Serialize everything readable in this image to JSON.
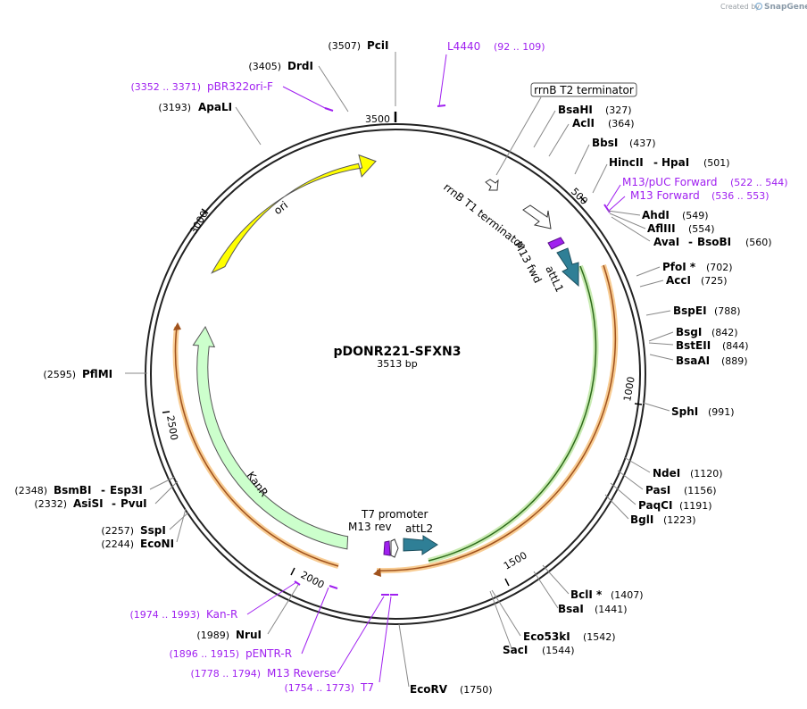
{
  "credit": {
    "prefix": "Created by",
    "brand": "SnapGene"
  },
  "plasmid": {
    "name": "pDONR221-SFXN3",
    "size_label": "3513 bp",
    "length": 3513
  },
  "ticks": [
    "500",
    "1000",
    "1500",
    "2000",
    "2500",
    "3000",
    "3500"
  ],
  "features": [
    {
      "key": "ori",
      "label": "ori",
      "color": "#ffff00"
    },
    {
      "key": "kanr",
      "label": "KanR",
      "color": "#ccffcc"
    },
    {
      "key": "attl1",
      "label": "attL1",
      "color": "#2f7f96"
    },
    {
      "key": "attl2",
      "label": "attL2",
      "color": "#2f7f96"
    },
    {
      "key": "rrnbt1",
      "label": "rrnB T1 terminator",
      "color": "#ffffff"
    },
    {
      "key": "rrnbt2",
      "label": "rrnB T2 terminator",
      "color": "#ffffff"
    },
    {
      "key": "m13fwd",
      "label": "M13 fwd",
      "color": "#a020f0"
    },
    {
      "key": "m13rev",
      "label": "M13 rev",
      "color": "#a020f0"
    },
    {
      "key": "t7prom",
      "label": "T7 promoter",
      "color": "#ffffff"
    }
  ],
  "sites": [
    {
      "name": "PciI",
      "pos": "(3507)"
    },
    {
      "name": "DrdI",
      "pos": "(3405)"
    },
    {
      "name": "ApaLI",
      "pos": "(3193)"
    },
    {
      "name": "BsaHI",
      "pos": "(327)"
    },
    {
      "name": "AclI",
      "pos": "(364)"
    },
    {
      "name": "BbsI",
      "pos": "(437)"
    },
    {
      "name": "HincII",
      "name2": "HpaI",
      "pos": "(501)"
    },
    {
      "name": "AhdI",
      "pos": "(549)"
    },
    {
      "name": "AflIII",
      "pos": "(554)"
    },
    {
      "name": "AvaI",
      "name2": "BsoBI",
      "pos": "(560)"
    },
    {
      "name": "PfoI *",
      "pos": "(702)"
    },
    {
      "name": "AccI",
      "pos": "(725)"
    },
    {
      "name": "BspEI",
      "pos": "(788)"
    },
    {
      "name": "BsgI",
      "pos": "(842)"
    },
    {
      "name": "BstEII",
      "pos": "(844)"
    },
    {
      "name": "BsaAI",
      "pos": "(889)"
    },
    {
      "name": "SphI",
      "pos": "(991)"
    },
    {
      "name": "NdeI",
      "pos": "(1120)"
    },
    {
      "name": "PasI",
      "pos": "(1156)"
    },
    {
      "name": "PaqCI",
      "pos": "(1191)"
    },
    {
      "name": "BglI",
      "pos": "(1223)"
    },
    {
      "name": "BclI *",
      "pos": "(1407)"
    },
    {
      "name": "BsaI",
      "pos": "(1441)"
    },
    {
      "name": "Eco53kI",
      "pos": "(1542)"
    },
    {
      "name": "SacI",
      "pos": "(1544)"
    },
    {
      "name": "EcoRV",
      "pos": "(1750)"
    },
    {
      "name": "NruI",
      "pos": "(1989)"
    },
    {
      "name": "EcoNI",
      "pos": "(2244)"
    },
    {
      "name": "SspI",
      "pos": "(2257)"
    },
    {
      "name": "AsiSI",
      "name2": "PvuI",
      "pos": "(2332)"
    },
    {
      "name": "BsmBI",
      "name2": "Esp3I",
      "pos": "(2348)"
    },
    {
      "name": "PflMI",
      "pos": "(2595)"
    }
  ],
  "primers": [
    {
      "name": "L4440",
      "range": "(92 .. 109)"
    },
    {
      "name": "pBR322ori-F",
      "range": "(3352 .. 3371)"
    },
    {
      "name": "M13/pUC Forward",
      "range": "(522 .. 544)"
    },
    {
      "name": "M13 Forward",
      "range": "(536 .. 553)"
    },
    {
      "name": "Kan-R",
      "range": "(1974 .. 1993)"
    },
    {
      "name": "pENTR-R",
      "range": "(1896 .. 1915)"
    },
    {
      "name": "M13 Reverse",
      "range": "(1778 .. 1794)"
    },
    {
      "name": "T7",
      "range": "(1754 .. 1773)"
    }
  ]
}
